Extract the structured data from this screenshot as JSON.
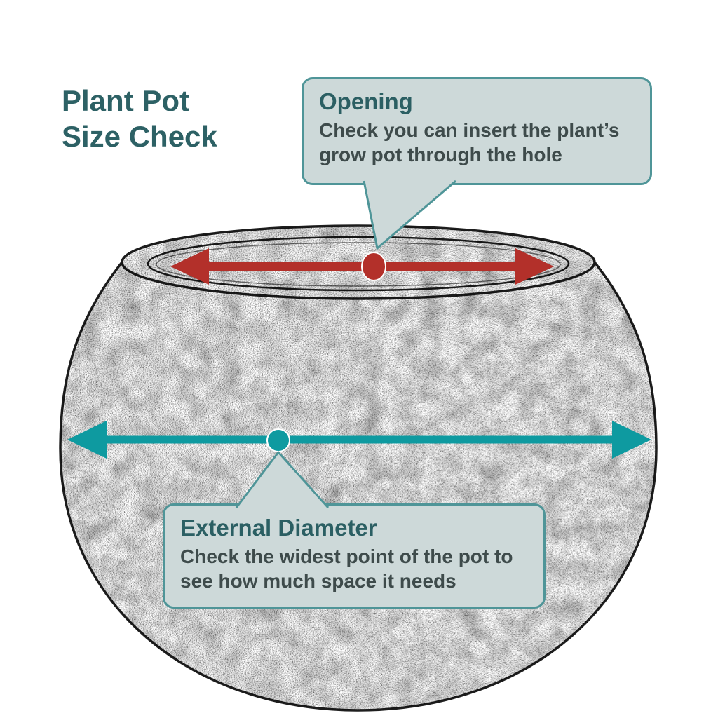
{
  "title": {
    "line1": "Plant Pot",
    "line2": "Size Check"
  },
  "callouts": {
    "opening": {
      "heading": "Opening",
      "body": "Check you can insert the plant’s grow pot through the hole"
    },
    "external_diameter": {
      "heading": "External Diameter",
      "body": "Check the widest point of the pot to see how much space it needs"
    }
  },
  "markers": {
    "opening_point": "red-dot",
    "diameter_point": "teal-dot"
  },
  "colors": {
    "title": "#2d6165",
    "heading": "#2b5f63",
    "body_text": "#3e4b4b",
    "callout_bg": "#cdd9d9",
    "callout_border": "#4f9598",
    "red": "#b3302a",
    "teal": "#0e9aa0",
    "ink": "#1e1e1e"
  }
}
